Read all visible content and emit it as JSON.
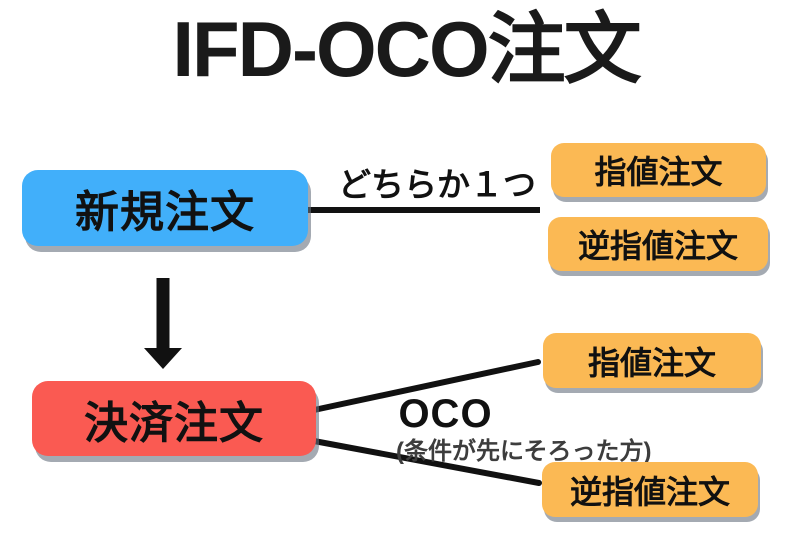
{
  "title": "IFD-OCO注文",
  "colors": {
    "background": "#ffffff",
    "new_order": "#41affa",
    "settlement_order": "#fa5a52",
    "child_order": "#fbb954",
    "connector": "#111111"
  },
  "flow": {
    "new_order": {
      "label": "新規注文"
    },
    "settlement_order": {
      "label": "決済注文"
    },
    "new_order_children": {
      "note": "どちらか１つ",
      "limit": {
        "label": "指値注文"
      },
      "stop": {
        "label": "逆指値注文"
      }
    },
    "settlement_children": {
      "note": "OCO",
      "note_detail": "(条件が先にそろった方)",
      "limit": {
        "label": "指値注文"
      },
      "stop": {
        "label": "逆指値注文"
      }
    }
  }
}
